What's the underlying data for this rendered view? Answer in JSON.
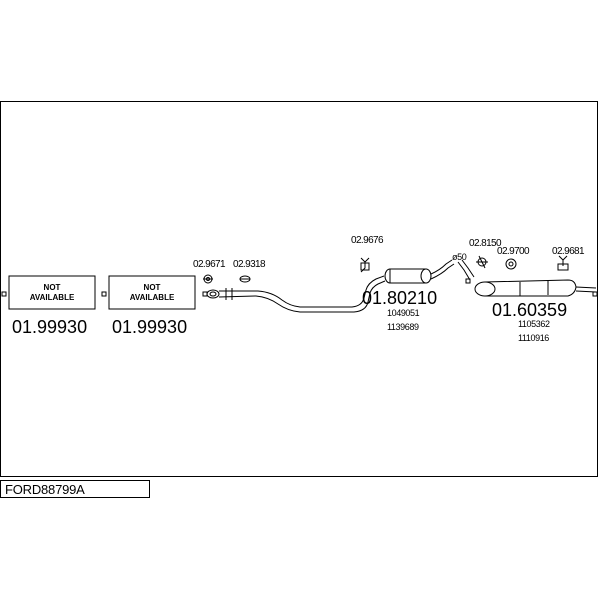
{
  "title": "FORD88799A",
  "parts": {
    "box1": {
      "line1": "NOT",
      "line2": "AVAILABLE",
      "code": "01.99930"
    },
    "box2": {
      "line1": "NOT",
      "line2": "AVAILABLE",
      "code": "01.99930"
    },
    "middle_silencer": {
      "code": "01.80210",
      "refs": [
        "1049051",
        "1139689"
      ]
    },
    "rear_silencer": {
      "code": "01.60359",
      "refs": [
        "1105362",
        "1110916"
      ]
    }
  },
  "accessories": {
    "a1": "02.9671",
    "a2": "02.9318",
    "a3": "02.9676",
    "a4": "02.8150",
    "a5": "02.9700",
    "a6": "02.9681"
  },
  "diameter_label": "ø50"
}
